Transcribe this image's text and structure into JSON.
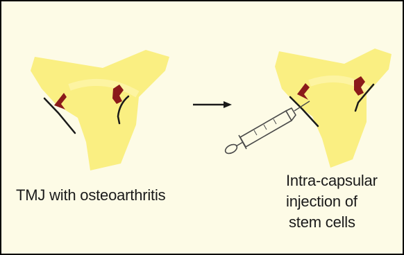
{
  "diagram": {
    "left_caption": "TMJ with osteoarthritis",
    "right_caption": {
      "line1": "Intra-capsular",
      "line2": "injection of",
      "line3": "stem cells"
    },
    "colors": {
      "background": "#fdfbe6",
      "bone": "#faef82",
      "lesion": "#8b1a1a",
      "outline": "#1a1a1a"
    },
    "icons": {
      "arrow": "right-arrow-icon",
      "syringe": "syringe-icon"
    }
  }
}
